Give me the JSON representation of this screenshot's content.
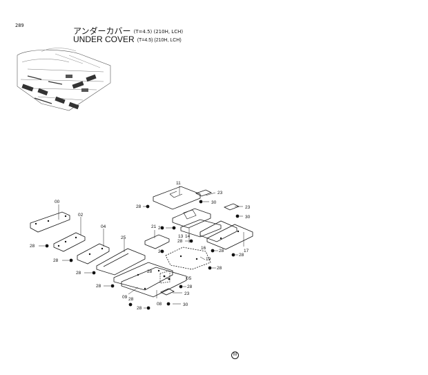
{
  "page_number": "289",
  "title_jp": "アンダーカバー",
  "title_en": "UNDER COVER",
  "spec_jp": "(T=4.5) (210H, LCH)",
  "spec_en": "(T=4.5) (210H, LCH)",
  "callouts": {
    "c00": "00",
    "c02": "02",
    "c04": "04",
    "c25": "25",
    "c05": "05",
    "c08": "08",
    "c09": "09",
    "c11": "11",
    "c13": "13",
    "c14": "14",
    "c16": "16",
    "c17": "17",
    "c19": "19",
    "c21": "21",
    "c23a": "23",
    "c23b": "23",
    "c23c": "23",
    "c30a": "30",
    "c30b": "30",
    "c30c": "30",
    "c28a": "28",
    "c28b": "28",
    "c28c": "28",
    "c28d": "28",
    "c28e": "28",
    "c28f": "28",
    "c28g": "28",
    "c28h": "28",
    "c28i": "28",
    "c28j": "28",
    "c28k": "28",
    "c28l": "28",
    "c28m": "28",
    "c28n": "28",
    "c28o": "28"
  },
  "corner_mark": "M"
}
